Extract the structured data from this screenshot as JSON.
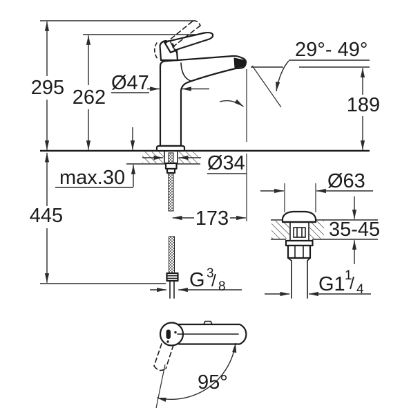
{
  "drawing": {
    "colors": {
      "background": "#ffffff",
      "line": "#1c1c1c"
    },
    "dimensions": {
      "total_height": "295",
      "body_height": "262",
      "body_diameter": "Ø47",
      "spout_angle_range": "29°- 49°",
      "spout_outlet_height": "189",
      "max_deck_thickness": "max.30",
      "mounting_hole_diameter": "Ø34",
      "supply_length": "445",
      "spout_reach": "173",
      "waste_cap_diameter": "Ø63",
      "basin_thickness_range": "35-45",
      "handle_swivel_angle": "95°",
      "supply_thread": {
        "base": "G",
        "numerator": "3",
        "slash": "/",
        "denominator": "8"
      },
      "waste_thread": {
        "base": "G1",
        "numerator": "1",
        "slash": "/",
        "denominator": "4"
      }
    }
  }
}
